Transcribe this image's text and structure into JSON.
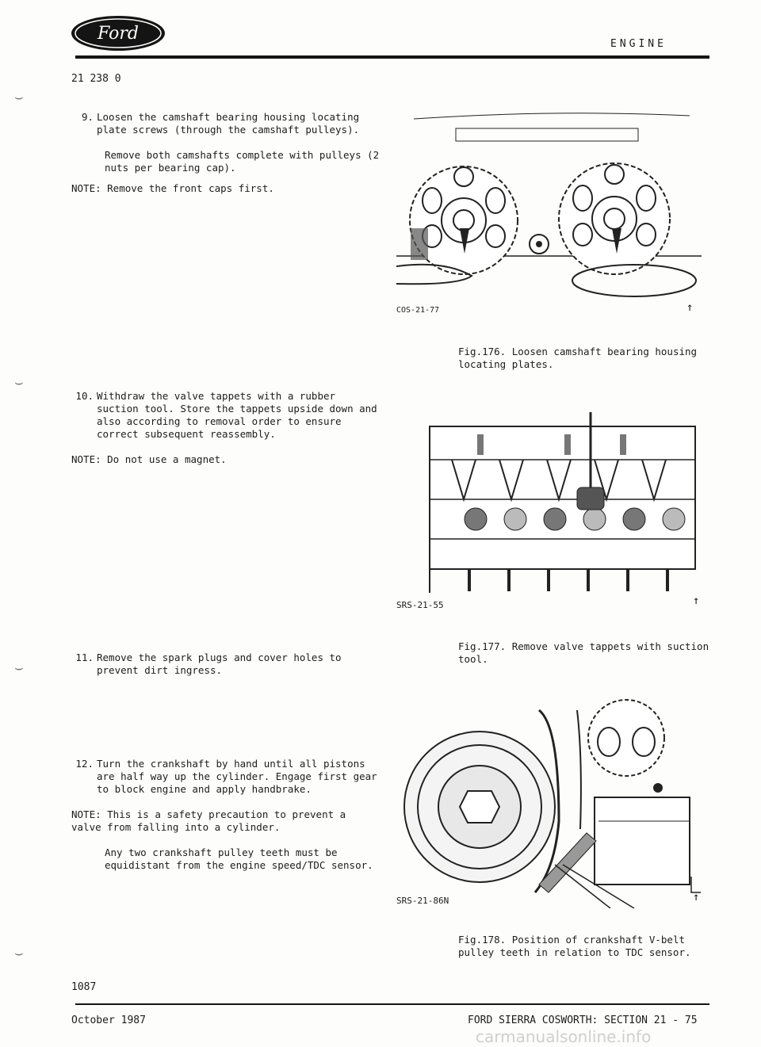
{
  "header": {
    "logo_text": "Ford",
    "section": "ENGINE",
    "ref_code": "21 238 0"
  },
  "steps": [
    {
      "num": "9.",
      "text": "Loosen the camshaft bearing housing locating plate screws (through the camshaft pulleys).",
      "sub": "Remove both camshafts complete with pulleys (2 nuts per bearing cap).",
      "note": "NOTE: Remove the front caps first."
    },
    {
      "num": "10.",
      "text": "Withdraw the valve tappets with a rubber suction tool. Store the tappets upside down and also according to removal order to ensure correct subsequent reassembly.",
      "note": "NOTE: Do not use a magnet."
    },
    {
      "num": "11.",
      "text": "Remove the spark plugs and cover holes to prevent dirt ingress."
    },
    {
      "num": "12.",
      "text": "Turn the crankshaft by hand until all pistons are half way up the cylinder. Engage first gear to block engine and apply handbrake.",
      "note": "NOTE: This is a safety precaution to prevent a valve from falling into a cylinder.",
      "sub": "Any two crankshaft pulley teeth must be equidistant from the engine speed/TDC sensor."
    }
  ],
  "figures": [
    {
      "id": "COS-21-77",
      "caption_num": "Fig.176.",
      "caption": "Loosen camshaft bearing housing locating plates."
    },
    {
      "id": "SRS-21-55",
      "caption_num": "Fig.177.",
      "caption": "Remove valve tappets with suction tool."
    },
    {
      "id": "SRS-21-86N",
      "caption_num": "Fig.178.",
      "caption": "Position of crankshaft V-belt pulley teeth in relation to TDC sensor."
    }
  ],
  "footer": {
    "page_number": "1087",
    "date": "October 1987",
    "reference": "FORD SIERRA COSWORTH: SECTION 21 - 75",
    "watermark": "carmanualsonline.info"
  },
  "colors": {
    "ink": "#1c1c1c",
    "paper": "#fdfdfb"
  }
}
